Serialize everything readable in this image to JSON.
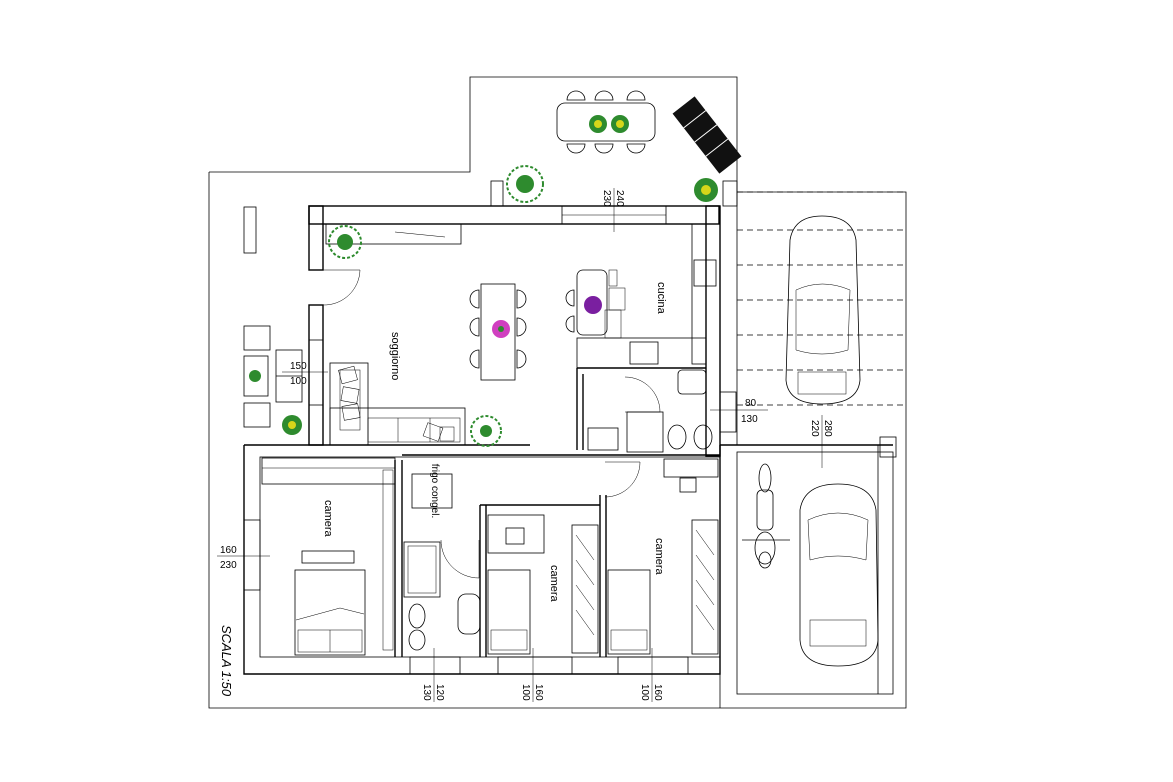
{
  "rooms": {
    "soggiorno": "soggiorno",
    "cucina": "cucina",
    "camera_1": "camera",
    "camera_2": "camera",
    "camera_3": "camera"
  },
  "scale": "SCALA 1:50",
  "fridge_label": "frigo\ncongel.",
  "dimensions": {
    "kitchen_window_top": "240",
    "kitchen_window_bottom": "230",
    "living_window_top": "150",
    "living_window_bottom": "100",
    "bedroom1_window_top": "160",
    "bedroom1_window_bottom": "230",
    "bath_window_top": "120",
    "bath_window_bottom": "130",
    "bedroom2_window_top": "160",
    "bedroom2_window_bottom": "100",
    "bedroom3_window_top": "160",
    "bedroom3_window_bottom": "100",
    "door_garage_top": "80",
    "door_garage_bottom": "130",
    "garage_door_top": "280",
    "garage_door_bottom": "220"
  },
  "colors": {
    "lines": "#000000",
    "plant_green": "#2e8b2e",
    "plant_yellow": "#d6d61a",
    "plant_purple": "#7a1fa0",
    "plant_magenta": "#d040c0",
    "background": "#ffffff"
  },
  "icons": [
    "car-icon",
    "motorbike-icon",
    "bed-icon",
    "sofa-icon",
    "plant-icon",
    "chair-icon",
    "sink-icon",
    "wc-icon",
    "bidet-icon",
    "lounger-icon"
  ]
}
